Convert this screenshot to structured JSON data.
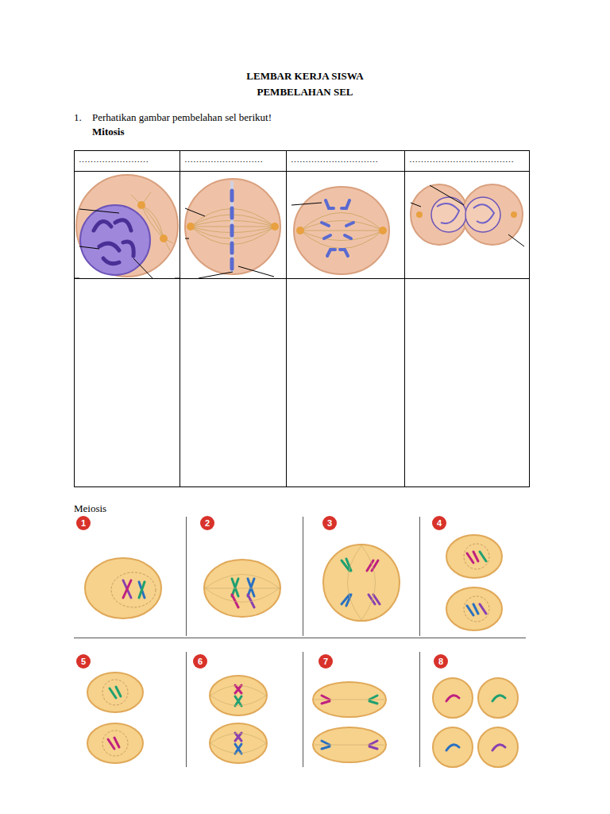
{
  "diagram": {
    "title": "LEMBAR KERJA SISWA",
    "labels": [
      "PEMBELAHAN SEL",
      "1.",
      "Perhatikan gambar pembelahan sel berikut!",
      "Mitosis",
      "……………………",
      "………………………",
      "…………………………",
      "………………………………",
      "Meiosis",
      "1",
      "2",
      "3",
      "4",
      "5",
      "6",
      "7",
      "8"
    ]
  }
}
